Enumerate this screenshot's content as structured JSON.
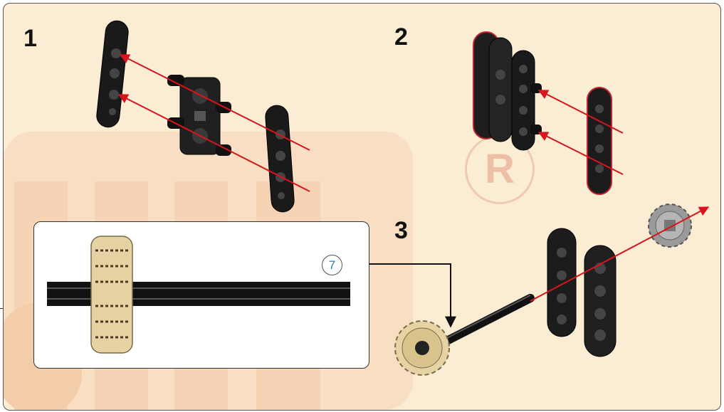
{
  "steps": [
    {
      "number": "1"
    },
    {
      "number": "2"
    },
    {
      "number": "3"
    }
  ],
  "callout": {
    "quantity": "7"
  },
  "watermark": {
    "registered_mark": "R"
  },
  "colors": {
    "background": "#fbecd4",
    "watermark": "#f7dcc0",
    "arrow": "#d8141c",
    "beam": "#1a1a1a",
    "gear_tan": "#e6d3a3",
    "gear_gray": "#9a9a9a",
    "quantity_text": "#1a7fc1"
  },
  "icons": {
    "beam_with_holes": "technic-beam-icon",
    "connector": "cross-block-icon",
    "gear_large": "tan-gear-icon",
    "gear_small": "gray-gear-icon",
    "axle": "black-axle-icon",
    "arrow": "red-arrow-icon",
    "pointer": "callout-pointer-icon"
  }
}
